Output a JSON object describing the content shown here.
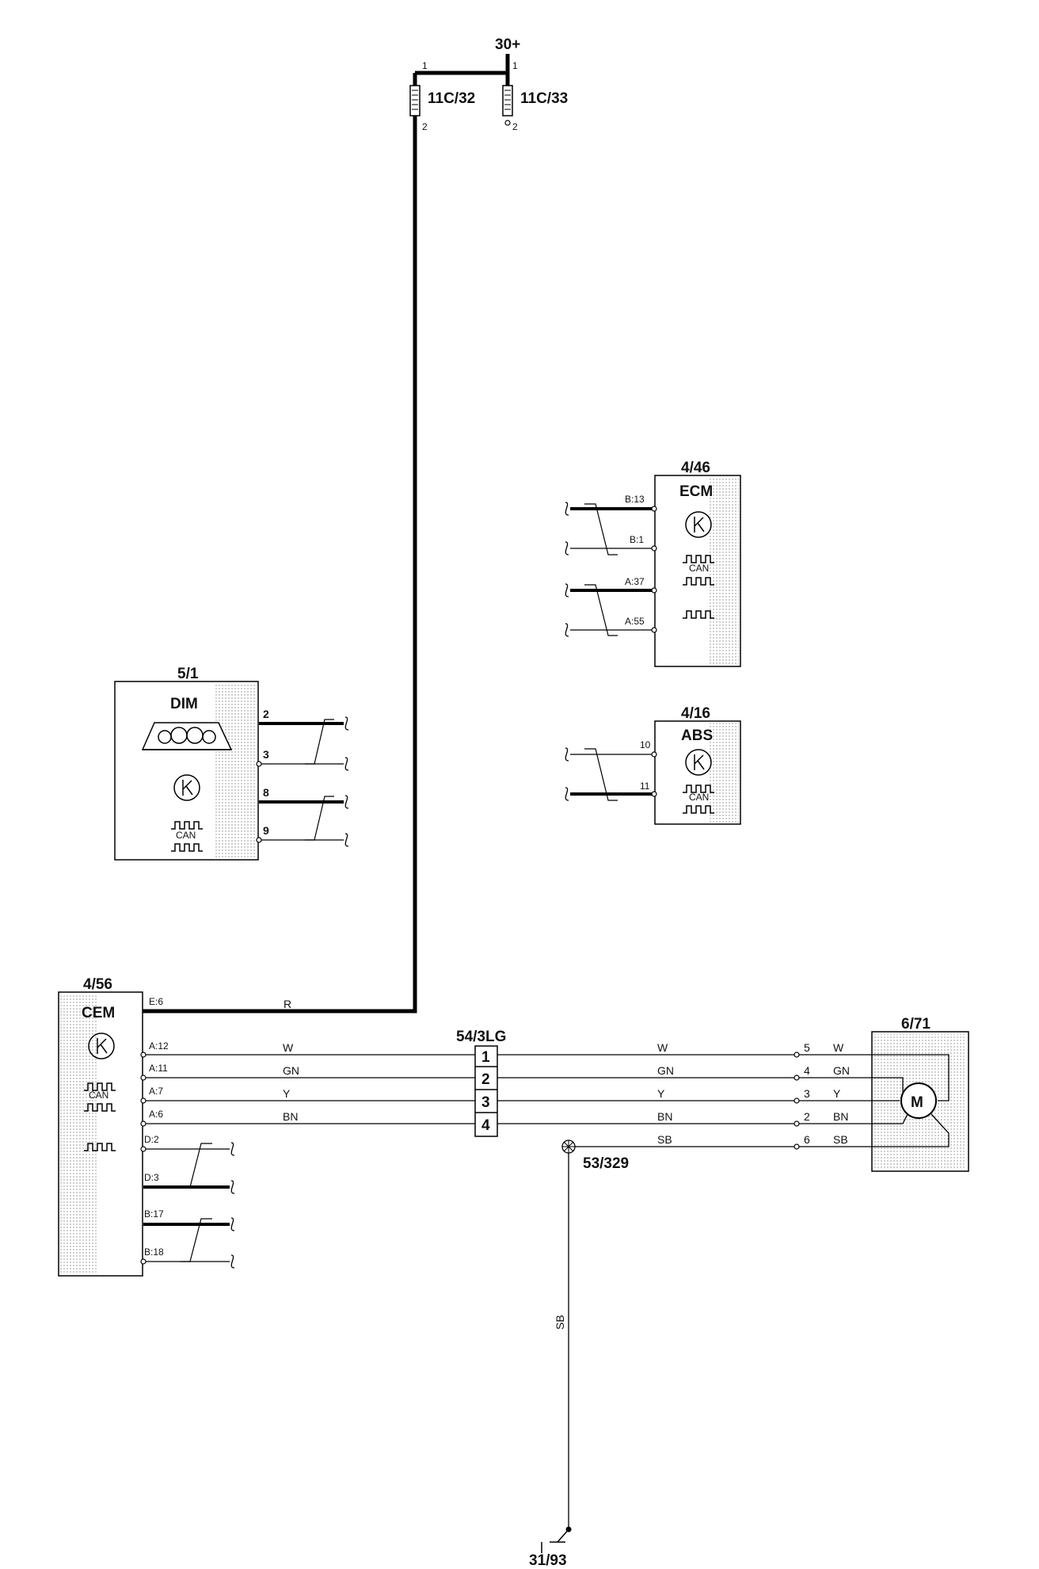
{
  "supply": {
    "label": "30+",
    "pin1_left": "1",
    "pin1_right": "1",
    "pin2_left": "2",
    "pin2_right": "2"
  },
  "fuses": [
    {
      "id": "11C/32"
    },
    {
      "id": "11C/33"
    }
  ],
  "ecm": {
    "code": "4/46",
    "name": "ECM",
    "can": "CAN",
    "pins": [
      "B:13",
      "B:1",
      "A:37",
      "A:55"
    ]
  },
  "abs": {
    "code": "4/16",
    "name": "ABS",
    "can": "CAN",
    "pins": [
      "10",
      "11"
    ]
  },
  "dim": {
    "code": "5/1",
    "name": "DIM",
    "can": "CAN",
    "pins": [
      "2",
      "3",
      "8",
      "9"
    ]
  },
  "cem": {
    "code": "4/56",
    "name": "CEM",
    "can": "CAN",
    "pins": [
      "E:6",
      "A:12",
      "A:11",
      "A:7",
      "A:6",
      "D:2",
      "D:3",
      "B:17",
      "B:18"
    ],
    "supply_wire_color": "R"
  },
  "connector": {
    "code": "54/3LG",
    "pins": [
      "1",
      "2",
      "3",
      "4"
    ]
  },
  "wires_left": [
    "W",
    "GN",
    "Y",
    "BN"
  ],
  "wires_right": [
    "W",
    "GN",
    "Y",
    "BN",
    "SB"
  ],
  "motor_unit": {
    "code": "6/71",
    "symbol": "M",
    "pins": [
      "5",
      "4",
      "3",
      "2",
      "6"
    ],
    "colors": [
      "W",
      "GN",
      "Y",
      "BN",
      "SB"
    ]
  },
  "splice": {
    "code": "53/329",
    "wire_color": "SB"
  },
  "ground": {
    "code": "31/93"
  }
}
